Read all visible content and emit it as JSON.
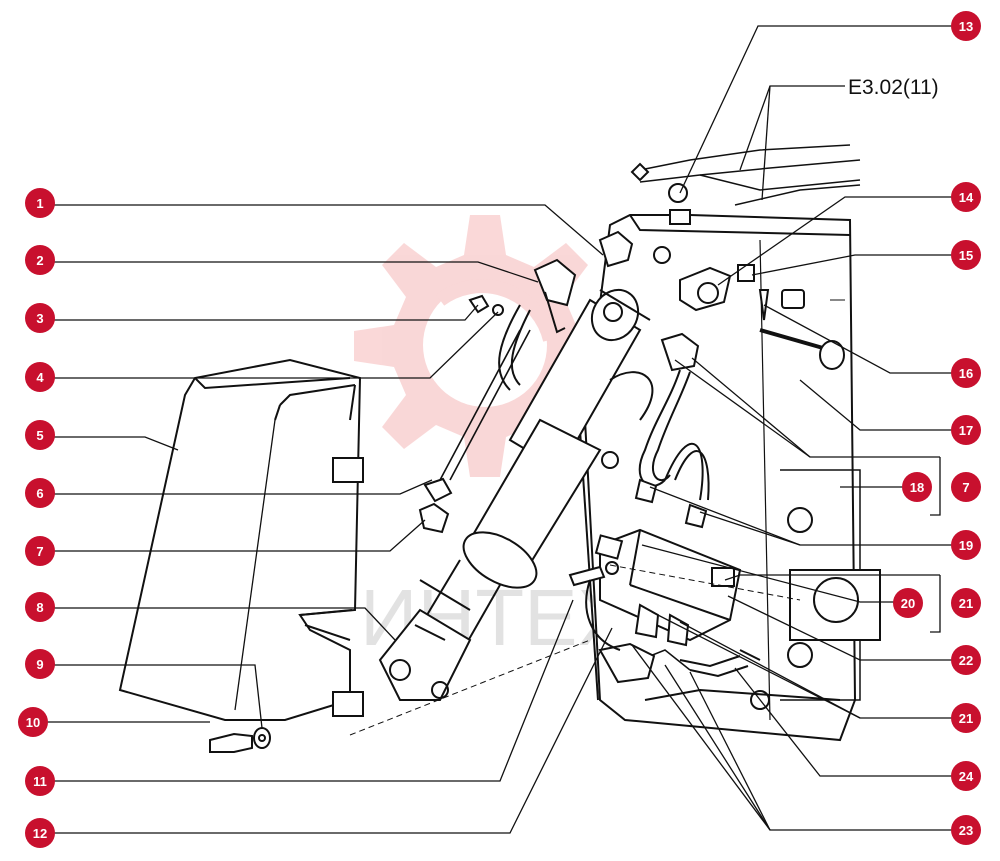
{
  "reference_label": "E3.02(11)",
  "watermark_text": "ИНТЕХ",
  "colors": {
    "callout_fill": "#c8102e",
    "callout_text": "#ffffff",
    "line": "#111111",
    "watermark": "#e74c4c"
  },
  "callouts": [
    "1",
    "2",
    "3",
    "4",
    "5",
    "6",
    "7",
    "8",
    "9",
    "10",
    "11",
    "12",
    "13",
    "14",
    "15",
    "16",
    "17",
    "18",
    "7",
    "19",
    "20",
    "21",
    "22",
    "21",
    "24",
    "23"
  ]
}
